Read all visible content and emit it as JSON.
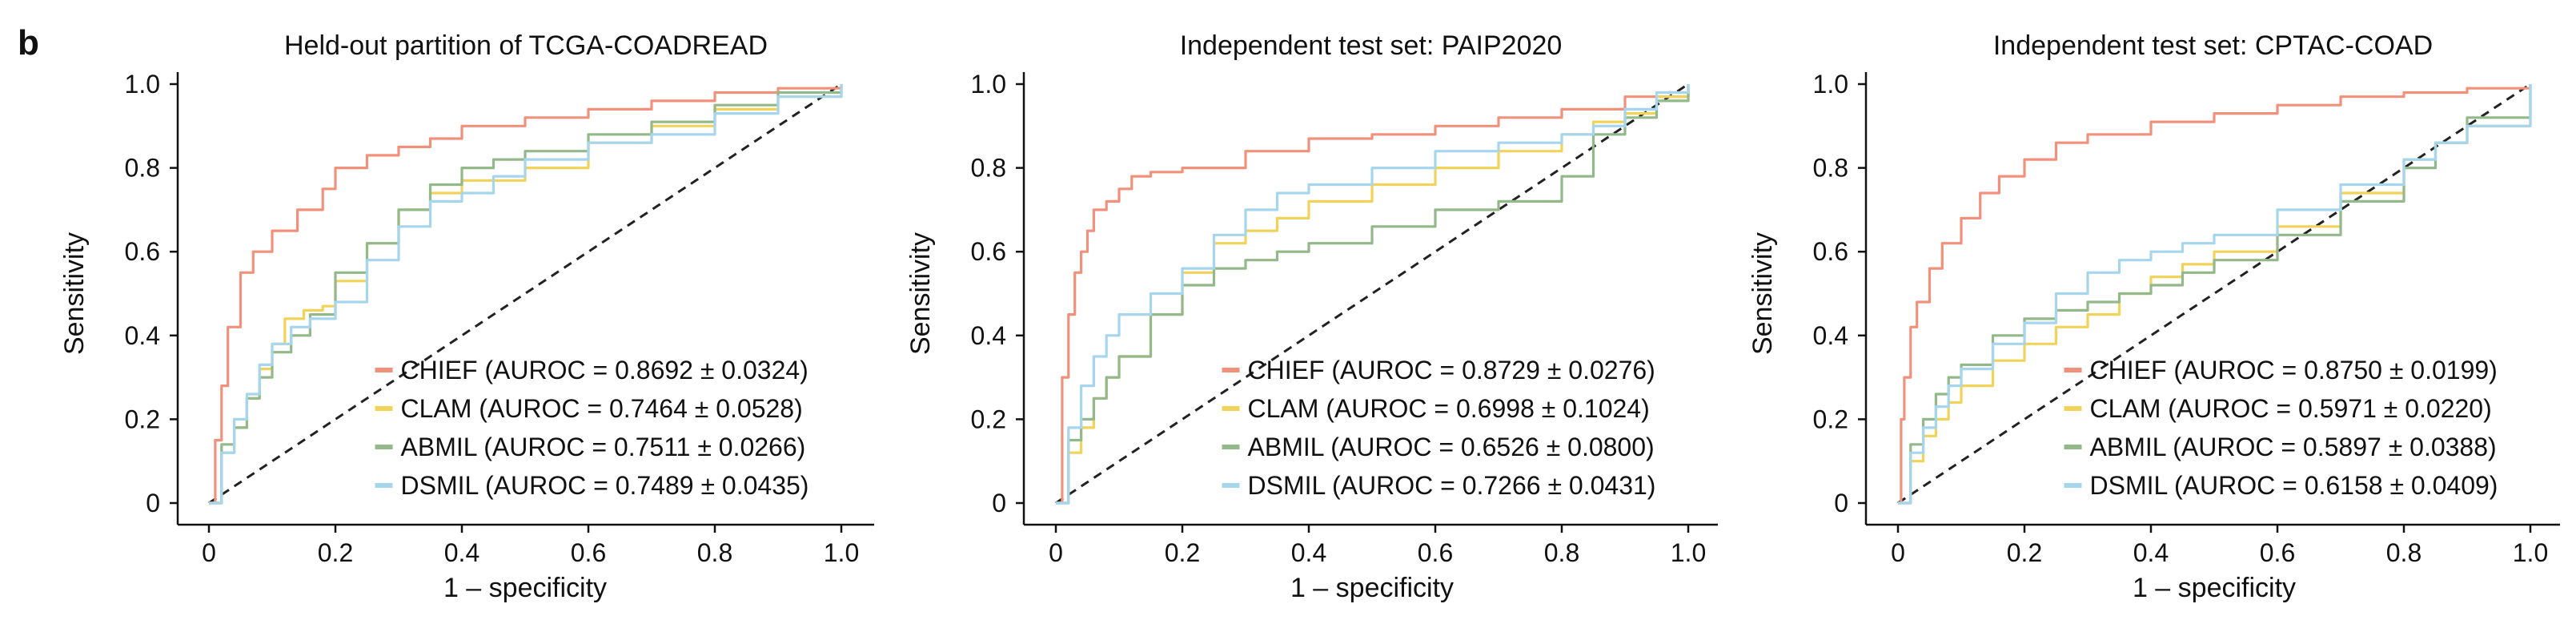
{
  "panel_label": "b",
  "colors": {
    "CHIEF": "#f2917b",
    "CLAM": "#f2d35a",
    "ABMIL": "#93b88a",
    "DSMIL": "#a6d5ee",
    "chance": "#222222"
  },
  "chart_data": [
    {
      "type": "line",
      "title": "Held-out partition of TCGA-COADREAD",
      "xlabel": "1 – specificity",
      "ylabel": "Sensitivity",
      "xlim": [
        0,
        1
      ],
      "ylim": [
        0,
        1
      ],
      "x_ticks": [
        "0",
        "0.2",
        "0.4",
        "0.6",
        "0.8",
        "1.0"
      ],
      "y_ticks": [
        "0",
        "0.2",
        "0.4",
        "0.6",
        "0.8",
        "1.0"
      ],
      "grid": false,
      "legend_position": "bottom-right",
      "legend": [
        "CHIEF (AUROC = 0.8692 ± 0.0324)",
        "CLAM (AUROC = 0.7464 ± 0.0528)",
        "ABMIL (AUROC = 0.7511 ± 0.0266)",
        "DSMIL (AUROC = 0.7489 ± 0.0435)"
      ],
      "series": [
        {
          "name": "CHIEF",
          "x": [
            0,
            0.01,
            0.02,
            0.03,
            0.05,
            0.07,
            0.1,
            0.14,
            0.18,
            0.2,
            0.25,
            0.3,
            0.35,
            0.4,
            0.5,
            0.6,
            0.7,
            0.8,
            0.9,
            1.0
          ],
          "y": [
            0,
            0.15,
            0.28,
            0.42,
            0.55,
            0.6,
            0.65,
            0.7,
            0.75,
            0.8,
            0.83,
            0.85,
            0.87,
            0.9,
            0.92,
            0.94,
            0.96,
            0.98,
            0.99,
            1.0
          ]
        },
        {
          "name": "CLAM",
          "x": [
            0,
            0.02,
            0.04,
            0.06,
            0.08,
            0.1,
            0.12,
            0.15,
            0.18,
            0.2,
            0.25,
            0.3,
            0.35,
            0.4,
            0.5,
            0.6,
            0.7,
            0.8,
            0.9,
            1.0
          ],
          "y": [
            0,
            0.12,
            0.18,
            0.25,
            0.32,
            0.38,
            0.44,
            0.46,
            0.47,
            0.53,
            0.62,
            0.7,
            0.74,
            0.77,
            0.8,
            0.86,
            0.9,
            0.94,
            0.97,
            1.0
          ]
        },
        {
          "name": "ABMIL",
          "x": [
            0,
            0.02,
            0.04,
            0.06,
            0.08,
            0.1,
            0.13,
            0.16,
            0.2,
            0.25,
            0.3,
            0.35,
            0.4,
            0.45,
            0.5,
            0.6,
            0.7,
            0.8,
            0.9,
            1.0
          ],
          "y": [
            0,
            0.14,
            0.18,
            0.25,
            0.3,
            0.36,
            0.4,
            0.45,
            0.55,
            0.62,
            0.7,
            0.76,
            0.8,
            0.82,
            0.84,
            0.88,
            0.91,
            0.95,
            0.98,
            1.0
          ]
        },
        {
          "name": "DSMIL",
          "x": [
            0,
            0.02,
            0.04,
            0.06,
            0.08,
            0.1,
            0.13,
            0.16,
            0.2,
            0.25,
            0.3,
            0.35,
            0.4,
            0.45,
            0.5,
            0.6,
            0.7,
            0.8,
            0.9,
            1.0
          ],
          "y": [
            0,
            0.12,
            0.2,
            0.26,
            0.33,
            0.38,
            0.42,
            0.44,
            0.48,
            0.58,
            0.66,
            0.72,
            0.74,
            0.78,
            0.82,
            0.86,
            0.88,
            0.93,
            0.97,
            1.0
          ]
        }
      ]
    },
    {
      "type": "line",
      "title": "Independent test set: PAIP2020",
      "xlabel": "1 – specificity",
      "ylabel": "Sensitivity",
      "xlim": [
        0,
        1
      ],
      "ylim": [
        0,
        1
      ],
      "x_ticks": [
        "0",
        "0.2",
        "0.4",
        "0.6",
        "0.8",
        "1.0"
      ],
      "y_ticks": [
        "0",
        "0.2",
        "0.4",
        "0.6",
        "0.8",
        "1.0"
      ],
      "grid": false,
      "legend_position": "bottom-right",
      "legend": [
        "CHIEF (AUROC = 0.8729 ± 0.0276)",
        "CLAM (AUROC = 0.6998 ± 0.1024)",
        "ABMIL (AUROC = 0.6526 ± 0.0800)",
        "DSMIL (AUROC = 0.7266 ± 0.0431)"
      ],
      "series": [
        {
          "name": "CHIEF",
          "x": [
            0,
            0.01,
            0.02,
            0.03,
            0.04,
            0.05,
            0.06,
            0.08,
            0.1,
            0.12,
            0.15,
            0.2,
            0.3,
            0.4,
            0.5,
            0.6,
            0.7,
            0.8,
            0.9,
            1.0
          ],
          "y": [
            0,
            0.3,
            0.45,
            0.55,
            0.6,
            0.65,
            0.7,
            0.72,
            0.75,
            0.78,
            0.79,
            0.8,
            0.84,
            0.87,
            0.88,
            0.9,
            0.92,
            0.94,
            0.97,
            1.0
          ]
        },
        {
          "name": "CLAM",
          "x": [
            0,
            0.02,
            0.04,
            0.06,
            0.08,
            0.1,
            0.15,
            0.2,
            0.25,
            0.3,
            0.35,
            0.4,
            0.5,
            0.6,
            0.7,
            0.8,
            0.85,
            0.9,
            0.95,
            1.0
          ],
          "y": [
            0,
            0.12,
            0.18,
            0.25,
            0.3,
            0.35,
            0.45,
            0.55,
            0.62,
            0.65,
            0.68,
            0.72,
            0.76,
            0.8,
            0.84,
            0.88,
            0.91,
            0.93,
            0.97,
            1.0
          ]
        },
        {
          "name": "ABMIL",
          "x": [
            0,
            0.02,
            0.04,
            0.06,
            0.08,
            0.1,
            0.15,
            0.2,
            0.25,
            0.3,
            0.35,
            0.4,
            0.5,
            0.6,
            0.7,
            0.8,
            0.85,
            0.9,
            0.95,
            1.0
          ],
          "y": [
            0,
            0.15,
            0.2,
            0.25,
            0.3,
            0.35,
            0.45,
            0.52,
            0.56,
            0.58,
            0.6,
            0.62,
            0.66,
            0.7,
            0.72,
            0.78,
            0.88,
            0.92,
            0.96,
            1.0
          ]
        },
        {
          "name": "DSMIL",
          "x": [
            0,
            0.02,
            0.04,
            0.06,
            0.08,
            0.1,
            0.15,
            0.2,
            0.25,
            0.3,
            0.35,
            0.4,
            0.5,
            0.6,
            0.7,
            0.8,
            0.85,
            0.9,
            0.95,
            1.0
          ],
          "y": [
            0,
            0.18,
            0.28,
            0.35,
            0.4,
            0.45,
            0.5,
            0.56,
            0.64,
            0.7,
            0.74,
            0.76,
            0.8,
            0.84,
            0.86,
            0.88,
            0.9,
            0.94,
            0.98,
            1.0
          ]
        }
      ]
    },
    {
      "type": "line",
      "title": "Independent test set: CPTAC-COAD",
      "xlabel": "1 – specificity",
      "ylabel": "Sensitivity",
      "xlim": [
        0,
        1
      ],
      "ylim": [
        0,
        1
      ],
      "x_ticks": [
        "0",
        "0.2",
        "0.4",
        "0.6",
        "0.8",
        "1.0"
      ],
      "y_ticks": [
        "0",
        "0.2",
        "0.4",
        "0.6",
        "0.8",
        "1.0"
      ],
      "grid": false,
      "legend_position": "bottom-right",
      "legend": [
        "CHIEF (AUROC = 0.8750 ± 0.0199)",
        "CLAM (AUROC = 0.5971 ± 0.0220)",
        "ABMIL (AUROC = 0.5897 ± 0.0388)",
        "DSMIL (AUROC = 0.6158 ± 0.0409)"
      ],
      "series": [
        {
          "name": "CHIEF",
          "x": [
            0,
            0.005,
            0.01,
            0.02,
            0.03,
            0.05,
            0.07,
            0.1,
            0.13,
            0.16,
            0.2,
            0.25,
            0.3,
            0.4,
            0.5,
            0.6,
            0.7,
            0.8,
            0.9,
            1.0
          ],
          "y": [
            0,
            0.2,
            0.3,
            0.42,
            0.48,
            0.56,
            0.62,
            0.68,
            0.74,
            0.78,
            0.82,
            0.86,
            0.88,
            0.91,
            0.93,
            0.95,
            0.97,
            0.98,
            0.99,
            1.0
          ]
        },
        {
          "name": "CLAM",
          "x": [
            0,
            0.02,
            0.04,
            0.06,
            0.08,
            0.1,
            0.15,
            0.2,
            0.25,
            0.3,
            0.35,
            0.4,
            0.45,
            0.5,
            0.6,
            0.7,
            0.8,
            0.85,
            0.9,
            1.0
          ],
          "y": [
            0,
            0.1,
            0.16,
            0.2,
            0.24,
            0.28,
            0.34,
            0.38,
            0.42,
            0.45,
            0.5,
            0.54,
            0.57,
            0.6,
            0.66,
            0.74,
            0.82,
            0.86,
            0.9,
            1.0
          ]
        },
        {
          "name": "ABMIL",
          "x": [
            0,
            0.02,
            0.04,
            0.06,
            0.08,
            0.1,
            0.15,
            0.2,
            0.25,
            0.3,
            0.35,
            0.4,
            0.45,
            0.5,
            0.6,
            0.7,
            0.8,
            0.85,
            0.9,
            1.0
          ],
          "y": [
            0,
            0.14,
            0.2,
            0.26,
            0.3,
            0.33,
            0.4,
            0.44,
            0.46,
            0.48,
            0.5,
            0.52,
            0.55,
            0.58,
            0.64,
            0.72,
            0.8,
            0.86,
            0.92,
            1.0
          ]
        },
        {
          "name": "DSMIL",
          "x": [
            0,
            0.02,
            0.04,
            0.06,
            0.08,
            0.1,
            0.15,
            0.2,
            0.25,
            0.3,
            0.35,
            0.4,
            0.45,
            0.5,
            0.6,
            0.7,
            0.8,
            0.85,
            0.9,
            1.0
          ],
          "y": [
            0,
            0.12,
            0.18,
            0.23,
            0.28,
            0.32,
            0.38,
            0.43,
            0.5,
            0.55,
            0.58,
            0.6,
            0.62,
            0.64,
            0.7,
            0.76,
            0.82,
            0.86,
            0.9,
            1.0
          ]
        }
      ]
    }
  ]
}
